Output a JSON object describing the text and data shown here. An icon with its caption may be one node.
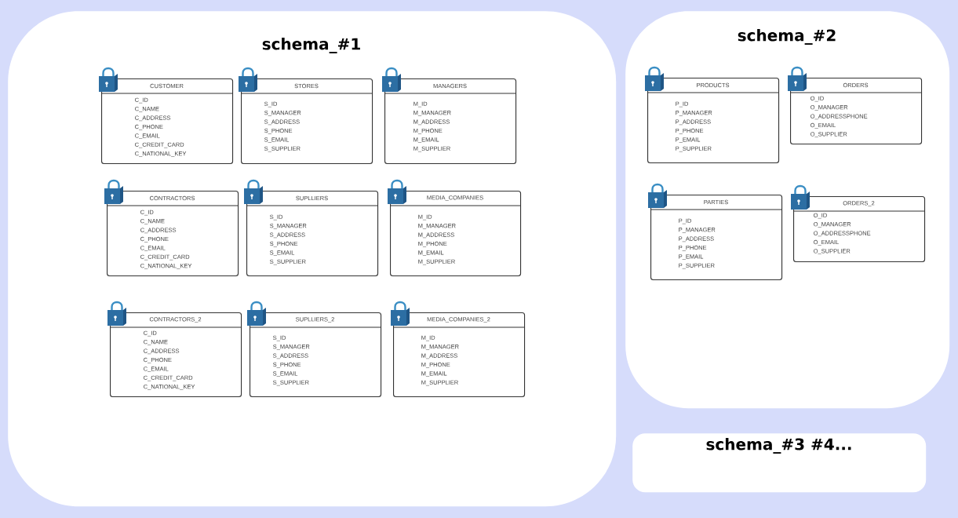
{
  "diagram": {
    "nodes": [
      {
        "text": [
          "schema_#1"
        ]
      },
      {
        "text": [
          "CUSTOMER",
          "C_ID",
          "C_NAME",
          "C_ADDRESS",
          "C_PHONE",
          "C_EMAIL",
          "C_CREDIT_CARD",
          "C_NATIONAL_KEY"
        ],
        "in": 0
      },
      {
        "text": [
          "STORES",
          "S_ID",
          "S_MANAGER",
          "S_ADDRESS",
          "S_PHONE",
          "S_EMAIL",
          "S_SUPPLIER"
        ],
        "in": 0
      },
      {
        "text": [
          "MANAGERS",
          "M_ID",
          "M_MANAGER",
          "M_ADDRESS",
          "M_PHONE",
          "M_EMAIL",
          "M_SUPPLIER"
        ],
        "in": 0
      },
      {
        "text": [
          "CONTRACTORS",
          "C_ID",
          "C_NAME",
          "C_ADDRESS",
          "C_PHONE",
          "C_EMAIL",
          "C_CREDIT_CARD",
          "C_NATIONAL_KEY"
        ],
        "in": 0
      },
      {
        "text": [
          "SUPLLIERS",
          "S_ID",
          "S_MANAGER",
          "S_ADDRESS",
          "S_PHONE",
          "S_EMAIL",
          "S_SUPPLIER"
        ],
        "in": 0
      },
      {
        "text": [
          "MEDIA_COMPANIES",
          "M_ID",
          "M_MANAGER",
          "M_ADDRESS",
          "M_PHONE",
          "M_EMAIL",
          "M_SUPPLIER"
        ],
        "in": 0
      },
      {
        "text": [
          "CONTRACTORS_2",
          "C_ID",
          "C_NAME",
          "C_ADDRESS",
          "C_PHONE",
          "C_EMAIL",
          "C_CREDIT_CARD",
          "C_NATIONAL_KEY"
        ],
        "in": 0
      },
      {
        "text": [
          "SUPLLIERS_2",
          "S_ID",
          "S_MANAGER",
          "S_ADDRESS",
          "S_PHONE",
          "S_EMAIL",
          "S_SUPPLIER"
        ],
        "in": 0
      },
      {
        "text": [
          "MEDIA_COMPANIES_2",
          "M_ID",
          "M_MANAGER",
          "M_ADDRESS",
          "M_PHONE",
          "M_EMAIL",
          "M_SUPPLIER"
        ],
        "in": 0
      },
      {
        "text": [
          "schema_#2"
        ]
      },
      {
        "text": [
          "PRODUCTS",
          "P_ID",
          "P_MANAGER",
          "P_ADDRESS",
          "P_PHONE",
          "P_EMAIL",
          "P_SUPPLIER"
        ],
        "in": 10
      },
      {
        "text": [
          "ORDERS",
          "O_ID",
          "O_MANAGER",
          "O_ADDRESSPHONE",
          "O_EMAIL",
          "O_SUPPLIER"
        ],
        "in": 10
      },
      {
        "text": [
          "PARTIES",
          "P_ID",
          "P_MANAGER",
          "P_ADDRESS",
          "P_PHONE",
          "P_EMAIL",
          "P_SUPPLIER"
        ],
        "in": 10
      },
      {
        "text": [
          "ORDERS_2",
          "O_ID",
          "O_MANAGER",
          "O_ADDRESSPHONE",
          "O_EMAIL",
          "O_SUPPLIER"
        ],
        "in": 10
      },
      {
        "text": [
          "schema_#3 #4..."
        ]
      }
    ]
  }
}
